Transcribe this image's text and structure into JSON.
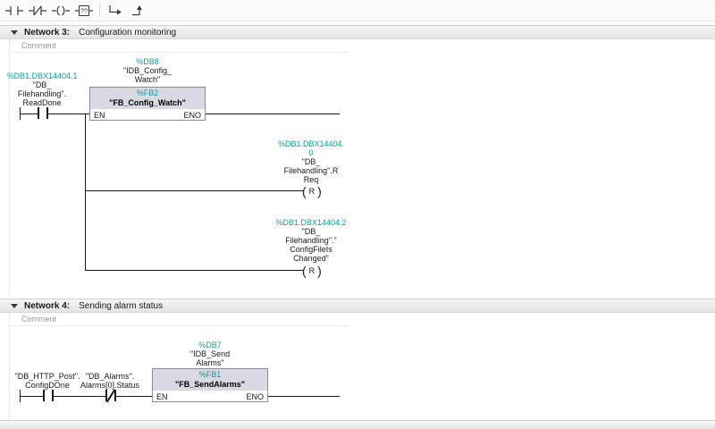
{
  "colors": {
    "operand": "#0aa0a0",
    "wire": "#1a1a1a",
    "box-header": "#d9d9e3",
    "box-border": "#8c8ca0"
  },
  "toolbar": {
    "icons": [
      {
        "name": "insert-no-contact"
      },
      {
        "name": "insert-nc-contact"
      },
      {
        "name": "insert-coil"
      },
      {
        "name": "insert-empty-box",
        "glyph": "??"
      },
      {
        "name": "open-branch"
      },
      {
        "name": "close-branch"
      }
    ]
  },
  "networks": {
    "n3": {
      "label": "Network 3:",
      "title": "Configuration monitoring",
      "comment": "Comment",
      "contact1": {
        "address": "%DB1.DBX14404.1",
        "name_lines": [
          "\"DB_",
          "Filehandling\".",
          "ReadDone"
        ]
      },
      "fb": {
        "instance_address": "%DB8",
        "instance_lines": [
          "\"IDB_Config_",
          "Watch\""
        ],
        "block_address": "%FB2",
        "block_name": "\"FB_Config_Watch\"",
        "en": "EN",
        "eno": "ENO"
      },
      "coil1": {
        "address_lines": [
          "%DB1.DBX14404.",
          "0"
        ],
        "name_lines": [
          "\"DB_",
          "Filehandling\".R",
          "Req"
        ],
        "symbol": "R"
      },
      "coil2": {
        "address_lines": [
          "%DB1.DBX14404.2"
        ],
        "name_lines": [
          "\"DB_",
          "Filehandling\".\"",
          "ConfigFileIs",
          "Changed\""
        ],
        "symbol": "R"
      }
    },
    "n4": {
      "label": "Network 4:",
      "title": "Sending alarm status",
      "comment": "Comment",
      "contact1": {
        "name_lines": [
          "\"DB_HTTP_Post\".",
          "ConfigDOne"
        ]
      },
      "contact2": {
        "name_lines": [
          "\"DB_Alarms\".",
          "Alarms[0].Status"
        ]
      },
      "fb": {
        "instance_address": "%DB7",
        "instance_lines": [
          "\"IDB_Send",
          "Alarms\""
        ],
        "block_address": "%FB1",
        "block_name": "\"FB_SendAlarms\"",
        "en": "EN",
        "eno": "ENO"
      }
    }
  }
}
